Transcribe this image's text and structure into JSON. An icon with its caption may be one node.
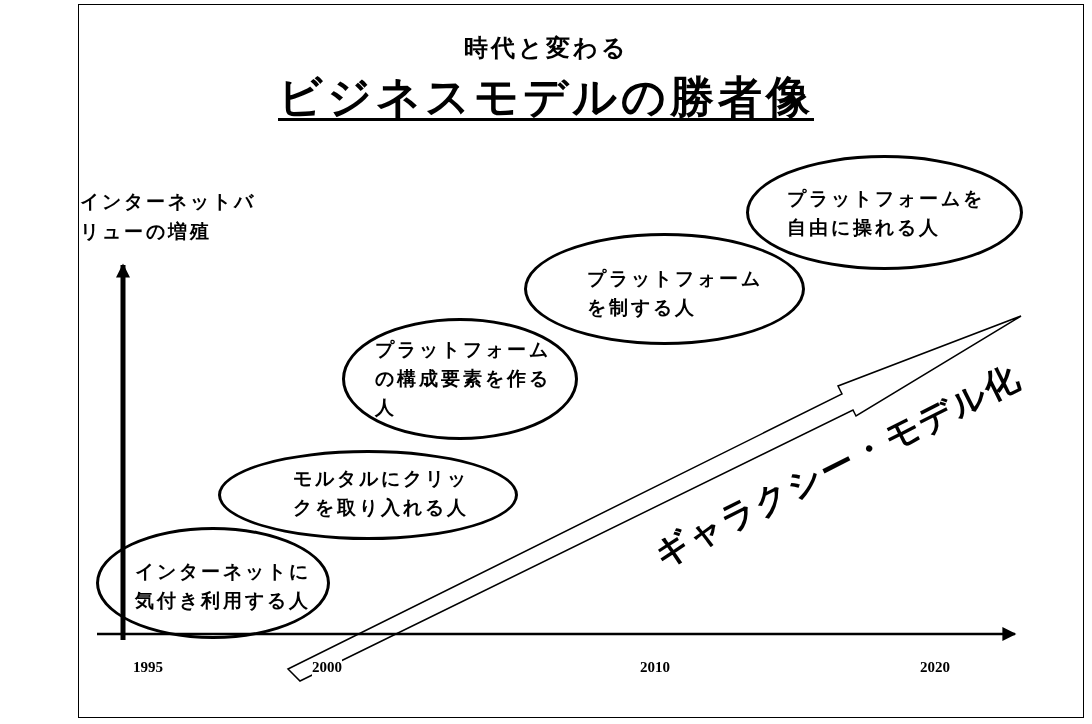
{
  "diagram": {
    "title": "ビジネスモデルの勝者像",
    "nodes": [
      {
        "text": [
          "インターネットに気付き利用する人"
        ]
      },
      {
        "text": [
          "モルタルにクリックを取り入れる人"
        ]
      },
      {
        "text": [
          "プラットフォームの構成要素を作る人"
        ]
      },
      {
        "text": [
          "プラットフォームを制する人"
        ]
      },
      {
        "text": [
          "プラットフォームを自由に操れる人"
        ]
      }
    ],
    "edges": [],
    "labels": [
      "時代と変わる",
      "インターネットバリューの増殖",
      "ギャラクシー・モデル化",
      "1995",
      "2000",
      "2010",
      "2020"
    ]
  }
}
